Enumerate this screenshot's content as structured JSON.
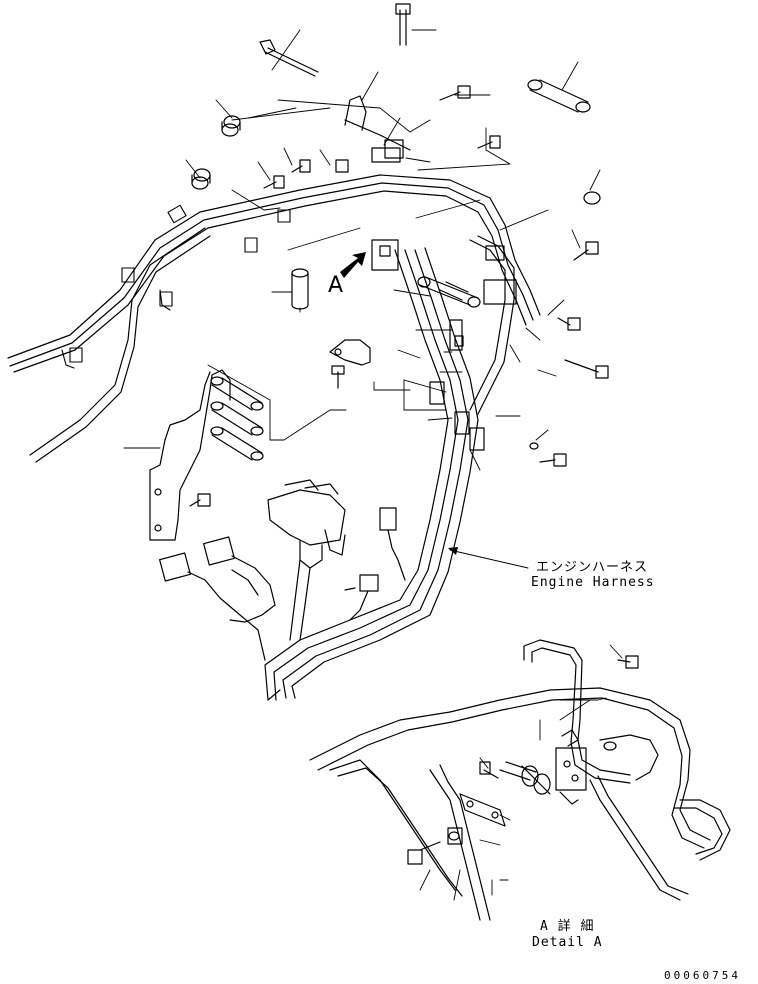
{
  "diagram": {
    "view_marker": "A",
    "harness_label_jp": "エンジンハーネス",
    "harness_label_en": "Engine Harness",
    "detail_label_jp": "A 詳 細",
    "detail_label_en": "Detail A",
    "drawing_number": "00060754"
  }
}
